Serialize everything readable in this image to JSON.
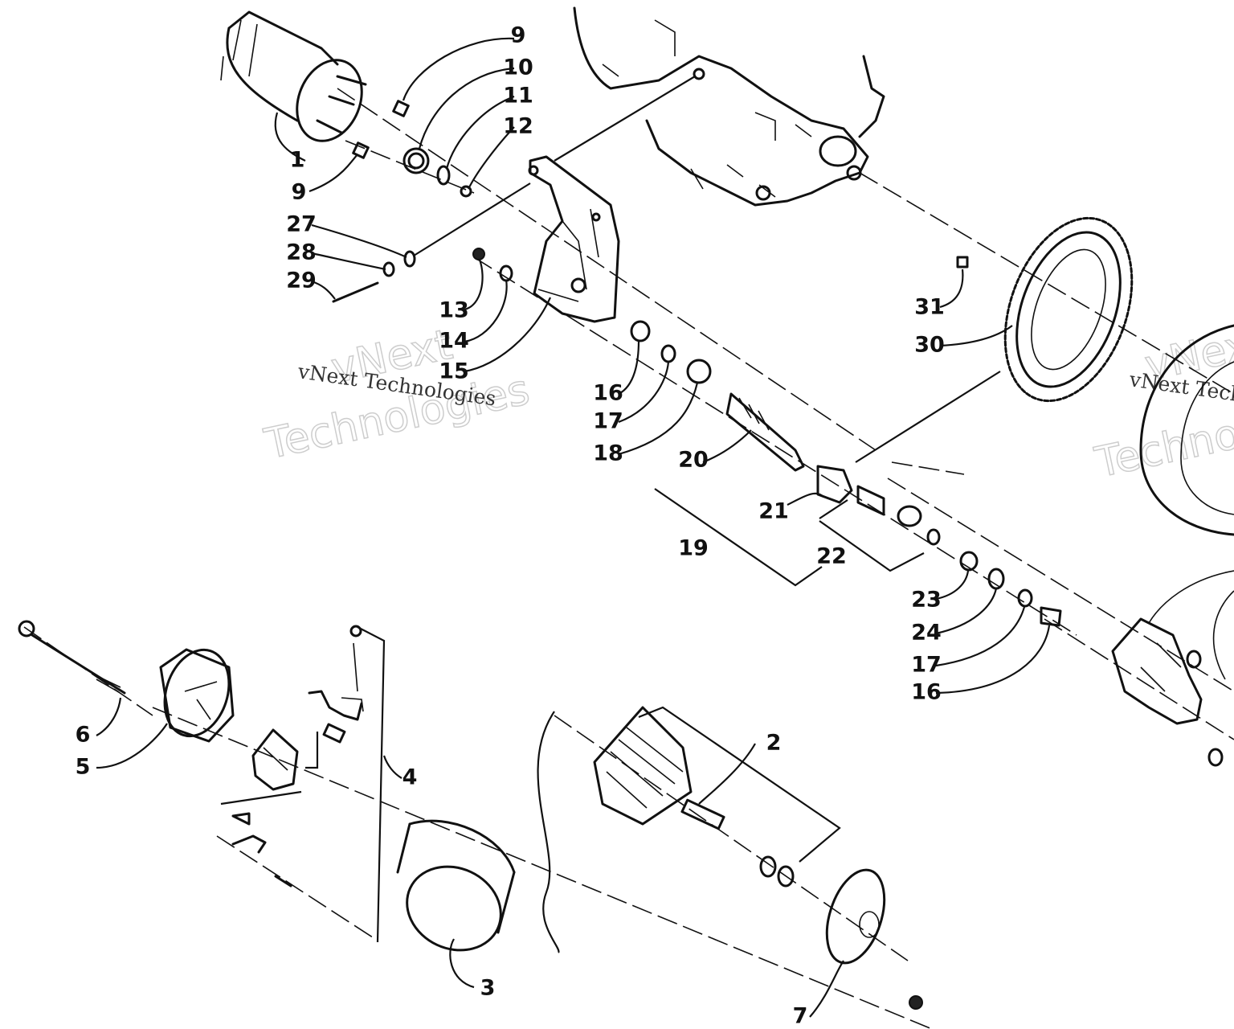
{
  "watermark": {
    "line1": "vNext",
    "line2": "Technologies",
    "caption": "vNext Technologies"
  },
  "callouts": [
    {
      "id": "c1",
      "label": "1"
    },
    {
      "id": "c2",
      "label": "2"
    },
    {
      "id": "c3",
      "label": "3"
    },
    {
      "id": "c4",
      "label": "4"
    },
    {
      "id": "c5",
      "label": "5"
    },
    {
      "id": "c6",
      "label": "6"
    },
    {
      "id": "c7",
      "label": "7"
    },
    {
      "id": "c9a",
      "label": "9"
    },
    {
      "id": "c9b",
      "label": "9"
    },
    {
      "id": "c10",
      "label": "10"
    },
    {
      "id": "c11",
      "label": "11"
    },
    {
      "id": "c12",
      "label": "12"
    },
    {
      "id": "c13",
      "label": "13"
    },
    {
      "id": "c14",
      "label": "14"
    },
    {
      "id": "c15",
      "label": "15"
    },
    {
      "id": "c16a",
      "label": "16"
    },
    {
      "id": "c16b",
      "label": "16"
    },
    {
      "id": "c17a",
      "label": "17"
    },
    {
      "id": "c17b",
      "label": "17"
    },
    {
      "id": "c18",
      "label": "18"
    },
    {
      "id": "c19",
      "label": "19"
    },
    {
      "id": "c20",
      "label": "20"
    },
    {
      "id": "c21",
      "label": "21"
    },
    {
      "id": "c22",
      "label": "22"
    },
    {
      "id": "c23",
      "label": "23"
    },
    {
      "id": "c24",
      "label": "24"
    },
    {
      "id": "c27",
      "label": "27"
    },
    {
      "id": "c28",
      "label": "28"
    },
    {
      "id": "c29",
      "label": "29"
    },
    {
      "id": "c30",
      "label": "30"
    },
    {
      "id": "c31",
      "label": "31"
    }
  ]
}
